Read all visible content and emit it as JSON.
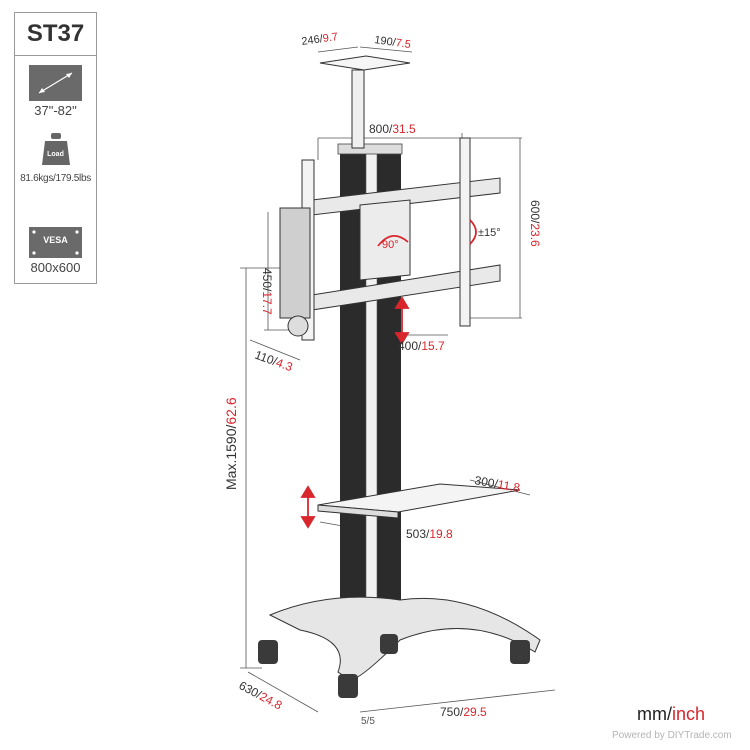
{
  "spec_panel": {
    "model": "ST37",
    "screen_size": "37\"-82\"",
    "load_badge": "Load",
    "load_text": "81.6kgs/179.5lbs",
    "vesa_badge": "VESA",
    "vesa_text": "800x600"
  },
  "dimensions": {
    "top_depth_mm": "246",
    "top_depth_in": "9.7",
    "top_width_mm": "190",
    "top_width_in": "7.5",
    "vesa_w_mm": "800",
    "vesa_w_in": "31.5",
    "vesa_h_mm": "600",
    "vesa_h_in": "23.6",
    "tilt": "±15°",
    "rotate": "90°",
    "bracket_h_mm": "450",
    "bracket_h_in": "17.7",
    "offset_mm": "110",
    "offset_in": "4.3",
    "adjust_mm": "400",
    "adjust_in": "15.7",
    "height_mm": "Max.1590",
    "height_in": "62.6",
    "shelf_d_mm": "300",
    "shelf_d_in": "11.8",
    "shelf_w_mm": "503",
    "shelf_w_in": "19.8",
    "base_d_mm": "630",
    "base_d_in": "24.8",
    "base_w_mm": "750",
    "base_w_in": "29.5"
  },
  "units": {
    "mm": "mm/",
    "inch": "inch"
  },
  "page_number": "5/5",
  "watermark": "Powered by DIYTrade.com",
  "colors": {
    "accent_red": "#d8262d",
    "line_gray": "#555555",
    "pole_dark": "#2b2b2b"
  }
}
